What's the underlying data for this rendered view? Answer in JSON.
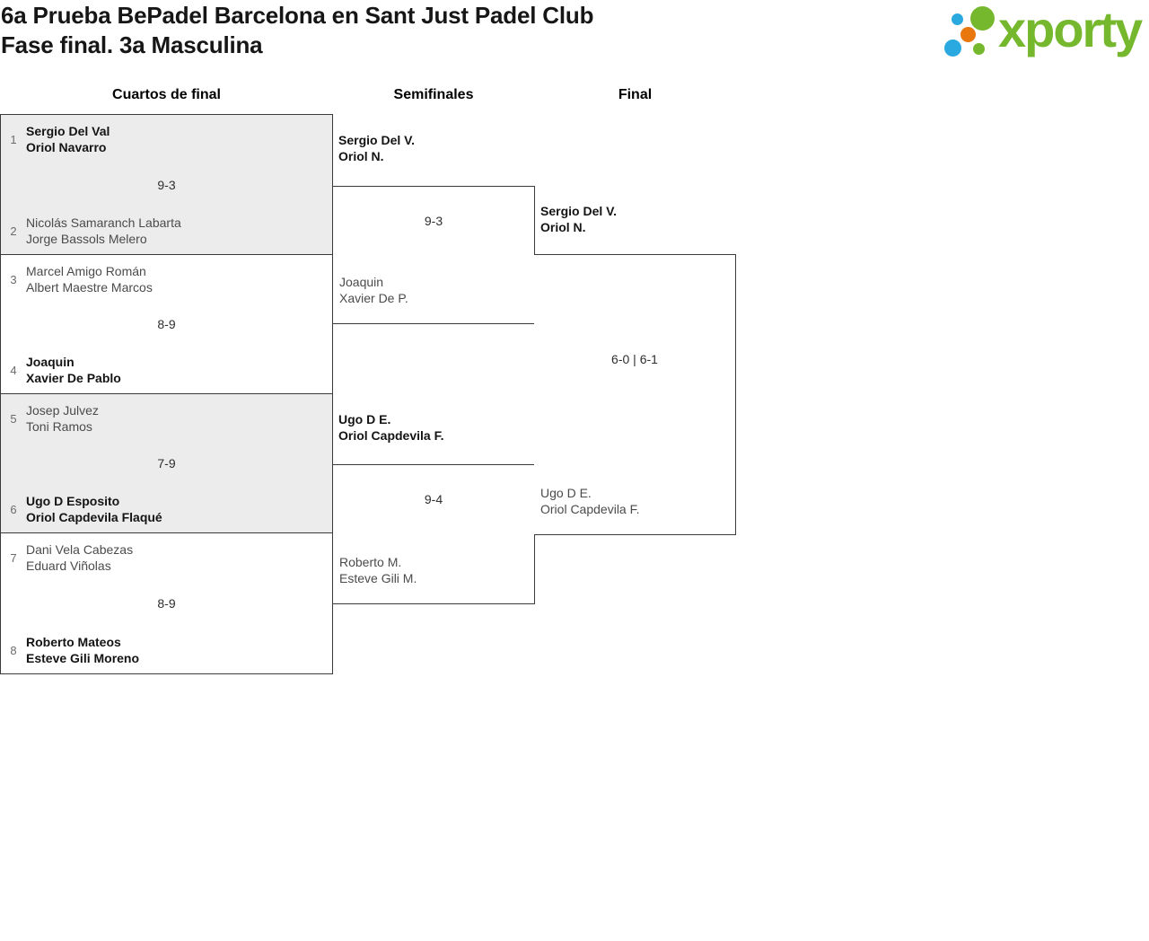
{
  "header": {
    "title_line1": "6a Prueba BePadel Barcelona en Sant Just Padel Club",
    "title_line2": "Fase final. 3a Masculina",
    "logo_text": "xporty"
  },
  "colors": {
    "logo_green": "#76b82d",
    "logo_blue": "#2aa9e0",
    "logo_orange": "#e8770e",
    "box_border": "#3a3a3a",
    "shaded_box_bg": "#ececec",
    "winner_text": "#141414",
    "loser_text": "#4b4b4b"
  },
  "columns": {
    "quarterfinals": "Cuartos de final",
    "semifinals": "Semifinales",
    "final": "Final"
  },
  "bracket": {
    "quarterfinals": [
      {
        "seed_top": "1",
        "team_top_line1": "Sergio Del Val",
        "team_top_line2": "Oriol Navarro",
        "score": "9-3",
        "seed_bottom": "2",
        "team_bottom_line1": "Nicolás Samaranch Labarta",
        "team_bottom_line2": "Jorge Bassols Melero"
      },
      {
        "seed_top": "3",
        "team_top_line1": "Marcel Amigo Román",
        "team_top_line2": "Albert Maestre Marcos",
        "score": "8-9",
        "seed_bottom": "4",
        "team_bottom_line1": "Joaquin",
        "team_bottom_line2": "Xavier De Pablo"
      },
      {
        "seed_top": "5",
        "team_top_line1": "Josep Julvez",
        "team_top_line2": "Toni Ramos",
        "score": "7-9",
        "seed_bottom": "6",
        "team_bottom_line1": "Ugo D Esposito",
        "team_bottom_line2": "Oriol Capdevila Flaqué"
      },
      {
        "seed_top": "7",
        "team_top_line1": "Dani Vela Cabezas",
        "team_top_line2": "Eduard Viñolas",
        "score": "8-9",
        "seed_bottom": "8",
        "team_bottom_line1": "Roberto Mateos",
        "team_bottom_line2": "Esteve Gili Moreno"
      }
    ],
    "semifinals": [
      {
        "team_top_line1": "Sergio Del V.",
        "team_top_line2": "Oriol N.",
        "score": "9-3",
        "team_bottom_line1": "Joaquin",
        "team_bottom_line2": "Xavier De P."
      },
      {
        "team_top_line1": "Ugo D E.",
        "team_top_line2": "Oriol Capdevila F.",
        "score": "9-4",
        "team_bottom_line1": "Roberto M.",
        "team_bottom_line2": "Esteve Gili M."
      }
    ],
    "final": {
      "team_top_line1": "Sergio Del V.",
      "team_top_line2": "Oriol N.",
      "score": "6-0 | 6-1",
      "team_bottom_line1": "Ugo D E.",
      "team_bottom_line2": "Oriol Capdevila F."
    }
  }
}
